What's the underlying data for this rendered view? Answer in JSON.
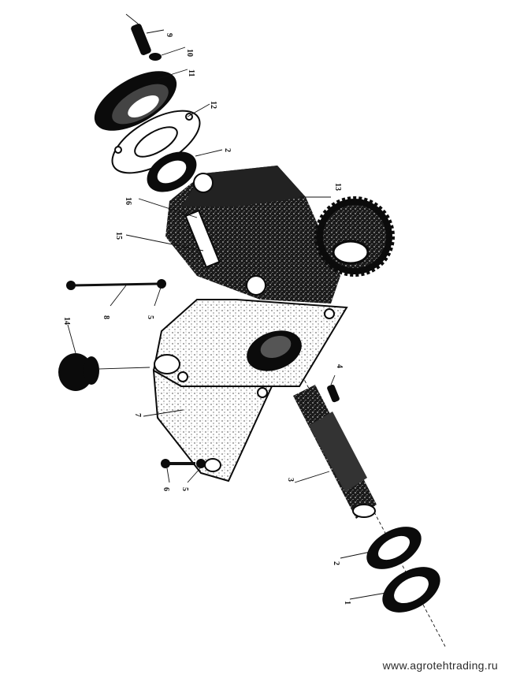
{
  "diagram": {
    "callouts": [
      "1",
      "2",
      "2",
      "3",
      "4",
      "5",
      "5",
      "6",
      "7",
      "8",
      "9",
      "10",
      "11",
      "12",
      "13",
      "14",
      "15",
      "16"
    ]
  },
  "watermark": "www.agrotehtrading.ru"
}
